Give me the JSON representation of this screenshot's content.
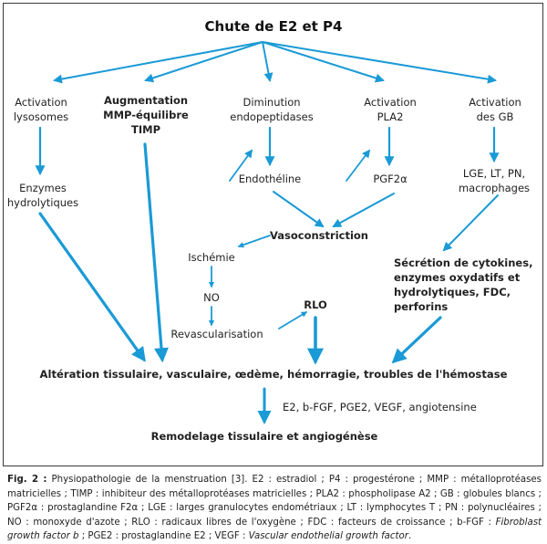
{
  "title": "Chute de E2 et P4",
  "nodes": {
    "activation_lysosomes": [
      "Activation",
      "lysosomes"
    ],
    "augmentation_mmp": [
      "Augmentation",
      "MMP-équilibre",
      "TIMP"
    ],
    "diminution_endopeptidases": [
      "Diminution",
      "endopeptidases"
    ],
    "activation_pla2": [
      "Activation",
      "PLA2"
    ],
    "activation_gb": [
      "Activation",
      "des GB"
    ],
    "enzymes_hydrolytiques": [
      "Enzymes",
      "hydrolytiques"
    ],
    "endotheline": "Endothéline",
    "pgf2a": "PGF2α",
    "lge": [
      "LGE, LT, PN,",
      "macrophages"
    ],
    "vasoconstriction": "Vasoconstriction",
    "ischemie": "Ischémie",
    "no": "NO",
    "revascularisation": "Revascularisation",
    "rlo": "RLO",
    "secretion": [
      "Sécrétion de cytokines,",
      "enzymes oxydatifs et",
      "hydrolytiques, FDC,",
      "perforins"
    ],
    "alteration": "Altération tissulaire, vasculaire, œdème, hémorragie, troubles de l'hémostase",
    "mediateurs": "E2, b-FGF, PGE2, VEGF, angiotensine",
    "remodelage": "Remodelage tissulaire et angiogénèse"
  },
  "caption": {
    "label": "Fig. 2 :",
    "text": "Physiopathologie de la menstruation [3]. E2 : estradiol ; P4 : progestérone ; MMP : métalloprotéases matricielles ; TIMP : inhibiteur des métalloprotéases matricielles ; PLA2 : phospholipase A2 ; GB : globules blancs ; PGF2α : prostaglandine F2α ; LGE : larges granulocytes endométriaux ; LT : lymphocytes T ; PN : polynucléaires ; NO : monoxyde d'azote ; RLO : radicaux libres de l'oxygène ; FDC : facteurs de croissance ; b-FGF :",
    "italic1": "Fibroblast growth factor b",
    "text2": "; PGE2 : prostaglandine E2 ; VEGF :",
    "italic2": "Vascular endothelial growth factor",
    "end": "."
  },
  "colors": {
    "arrow": "#1a9ad6",
    "frame": "#3a3a3a",
    "text": "#222222"
  }
}
